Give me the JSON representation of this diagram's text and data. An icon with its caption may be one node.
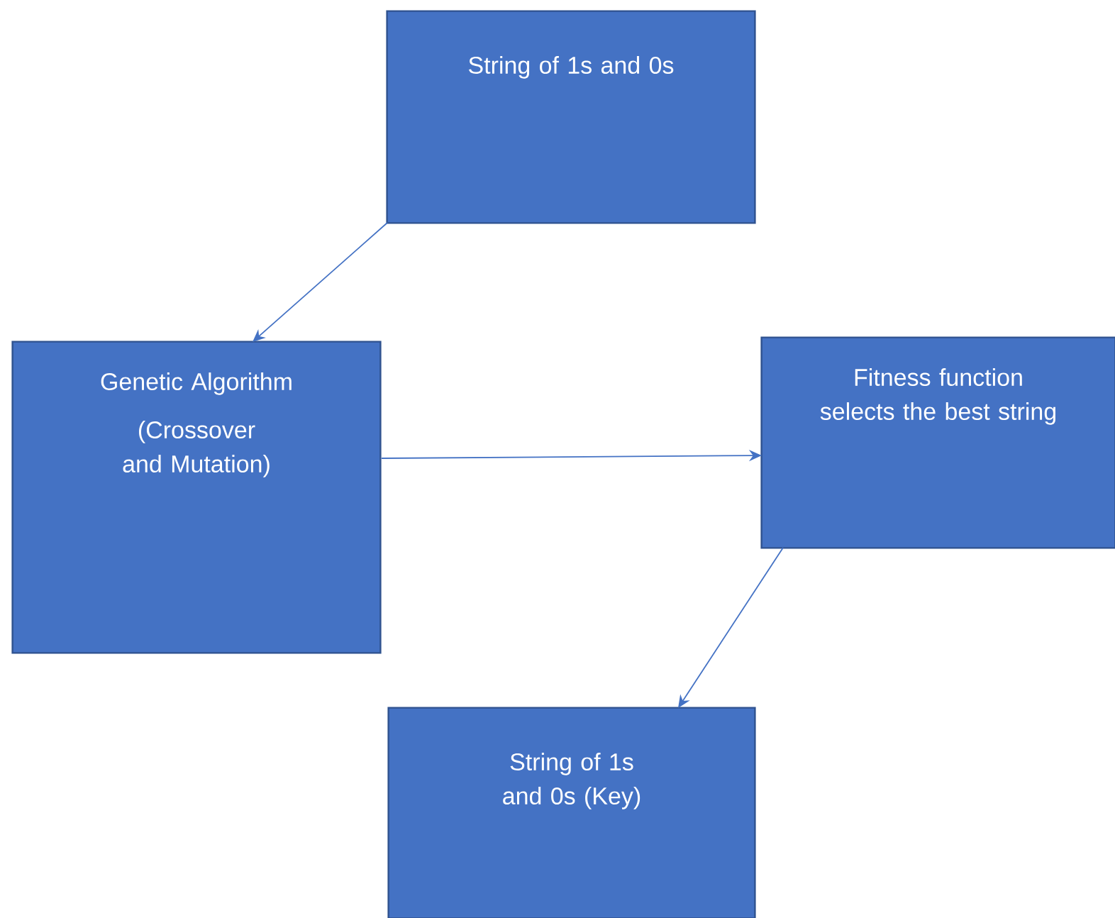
{
  "diagram": {
    "nodes": [
      {
        "text": [
          "String of 1s and 0s"
        ]
      },
      {
        "text": [
          "Genetic Algorithm",
          "(Crossover and Mutation)"
        ]
      },
      {
        "text": [
          "Fitness function selects the best string"
        ]
      },
      {
        "text": [
          "String of 1s and 0s (Key)"
        ]
      }
    ],
    "edges": [
      {
        "from": 0,
        "to": 1,
        "arrow": "to"
      },
      {
        "from": 1,
        "to": 2,
        "arrow": "to"
      },
      {
        "from": 2,
        "to": 3,
        "arrow": "to"
      }
    ]
  }
}
